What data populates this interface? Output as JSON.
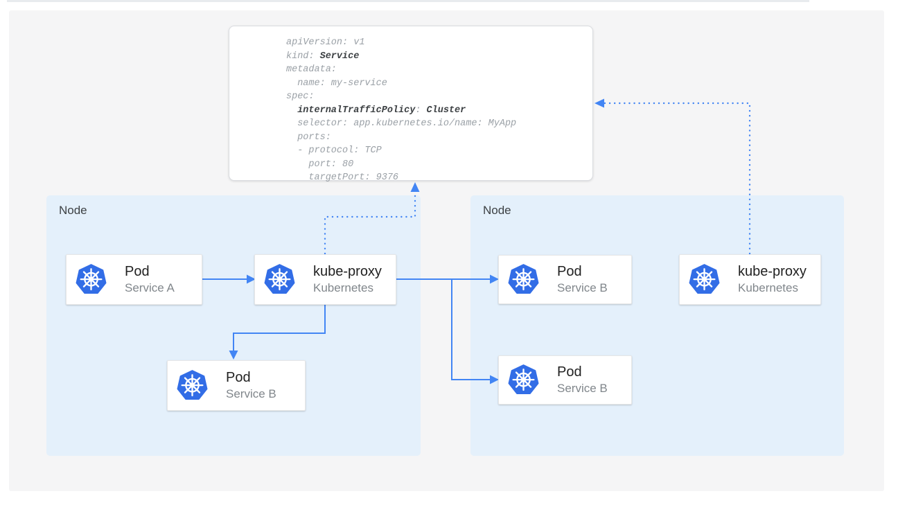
{
  "colors": {
    "accent": "#4285f4",
    "node_fill": "#e4f0fb",
    "kubernetes_blue": "#326de6",
    "canvas_gray": "#f5f5f6",
    "code_gray": "#9aa0a6",
    "code_bold": "#3c4043"
  },
  "yaml_panel": {
    "lines": [
      [
        {
          "text": "apiVersion: v1",
          "bold": false
        }
      ],
      [
        {
          "text": "kind: ",
          "bold": false
        },
        {
          "text": "Service",
          "bold": true
        }
      ],
      [
        {
          "text": "metadata:",
          "bold": false
        }
      ],
      [
        {
          "text": "  name: my-service",
          "bold": false
        }
      ],
      [
        {
          "text": "spec:",
          "bold": false
        }
      ],
      [
        {
          "text": "  ",
          "bold": false
        },
        {
          "text": "internalTrafficPolicy",
          "bold": true
        },
        {
          "text": ": ",
          "bold": false
        },
        {
          "text": "Cluster",
          "bold": true
        }
      ],
      [
        {
          "text": "  selector: app.kubernetes.io/name: MyApp",
          "bold": false
        }
      ],
      [
        {
          "text": "  ports:",
          "bold": false
        }
      ],
      [
        {
          "text": "  - protocol: TCP",
          "bold": false
        }
      ],
      [
        {
          "text": "    port: 80",
          "bold": false
        }
      ],
      [
        {
          "text": "    targetPort: 9376",
          "bold": false
        }
      ]
    ]
  },
  "node_left": {
    "label": "Node"
  },
  "node_right": {
    "label": "Node"
  },
  "cards": {
    "pod_a": {
      "title": "Pod",
      "subtitle": "Service A"
    },
    "kube_proxy_left": {
      "title": "kube-proxy",
      "subtitle": "Kubernetes"
    },
    "pod_b_left": {
      "title": "Pod",
      "subtitle": "Service B"
    },
    "pod_b_right_top": {
      "title": "Pod",
      "subtitle": "Service B"
    },
    "pod_b_right_bottom": {
      "title": "Pod",
      "subtitle": "Service B"
    },
    "kube_proxy_right": {
      "title": "kube-proxy",
      "subtitle": "Kubernetes"
    }
  },
  "edges": [
    {
      "from": "pod-service-a",
      "to": "kube-proxy-left",
      "style": "solid"
    },
    {
      "from": "kube-proxy-left",
      "to": "pod-service-b-left",
      "style": "solid"
    },
    {
      "from": "kube-proxy-left",
      "to": "pod-service-b-right-top",
      "style": "solid"
    },
    {
      "from": "kube-proxy-left",
      "to": "pod-service-b-right-bottom",
      "style": "solid"
    },
    {
      "from": "kube-proxy-left",
      "to": "service-yaml",
      "style": "dotted"
    },
    {
      "from": "kube-proxy-right",
      "to": "service-yaml",
      "style": "dotted"
    }
  ]
}
